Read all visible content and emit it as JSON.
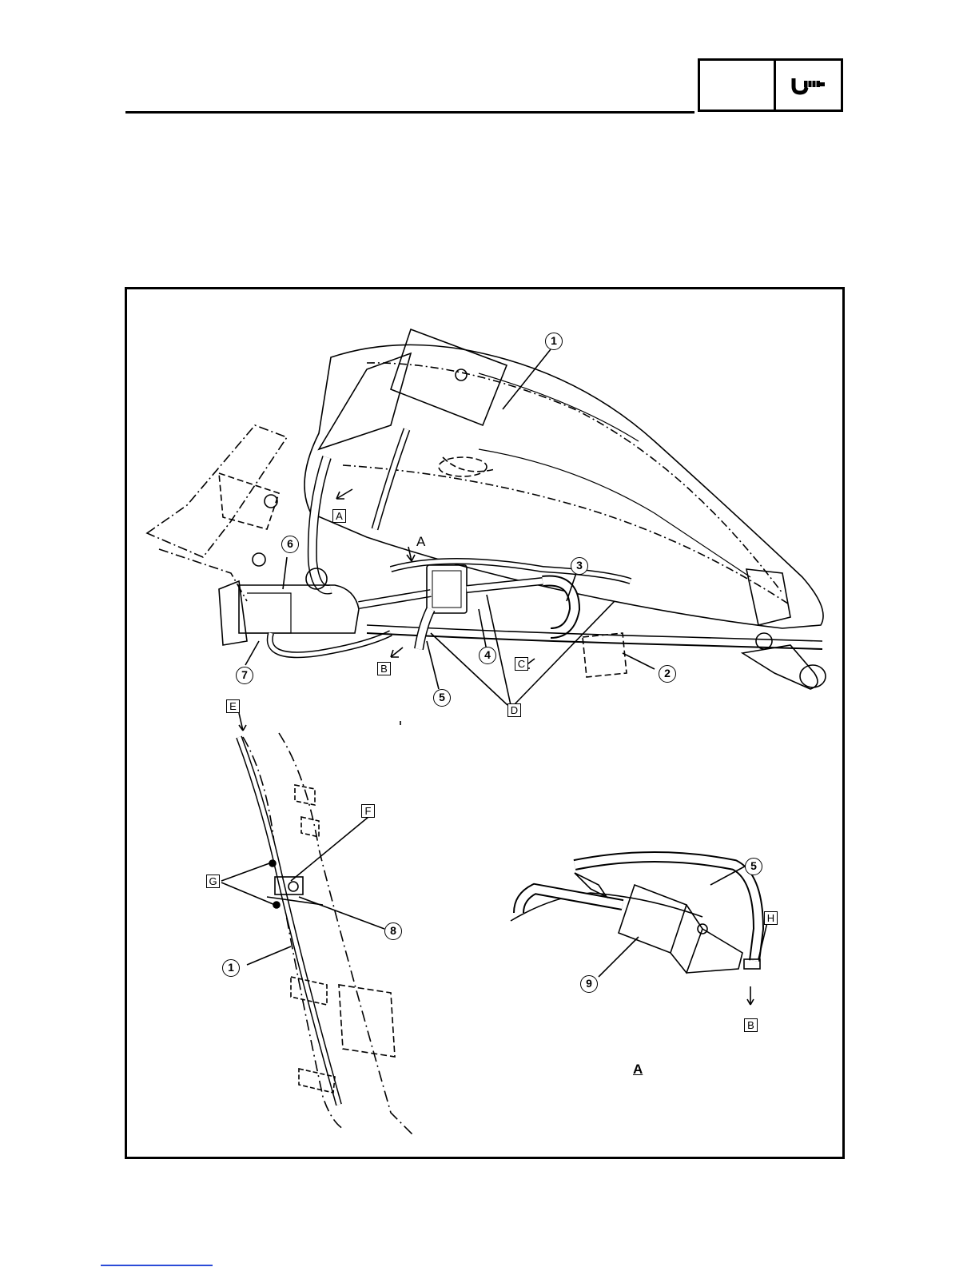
{
  "header": {
    "section_code": "",
    "icon": "micrometer-icon"
  },
  "callouts": {
    "c1": "1",
    "c2": "2",
    "c3": "3",
    "c4": "4",
    "c5": "5",
    "c6": "6",
    "c7": "7",
    "c8": "8",
    "c9": "9"
  },
  "box_labels": {
    "A": "A",
    "B": "B",
    "C": "C",
    "D": "D",
    "E": "E",
    "F": "F",
    "G": "G",
    "H": "H"
  },
  "plain_labels": {
    "A_arrow": "A",
    "A_view": "A"
  },
  "colors": {
    "line": "#000000",
    "link": "#2b4bd8"
  }
}
